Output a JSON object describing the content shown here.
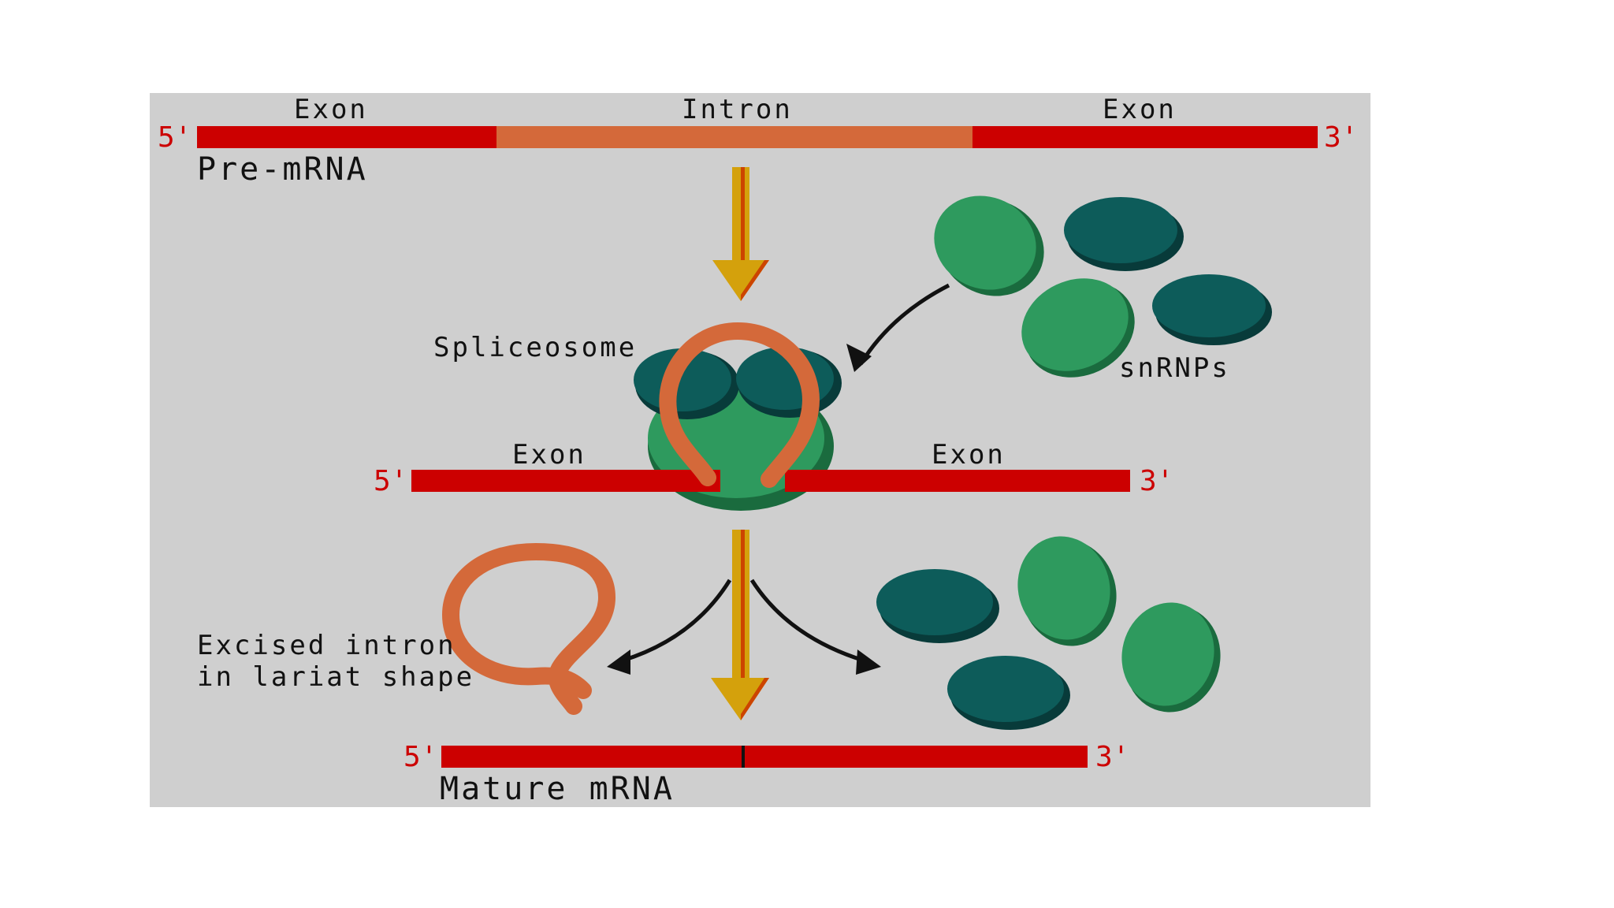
{
  "colors": {
    "panel": "#cfcfcf",
    "exon": "#cc0000",
    "intron": "#d4693a",
    "arrow_gold": "#d4a10c",
    "snrnp_light": "#2e9a5e",
    "snrnp_dark": "#0d5c5a",
    "snrnp_dark_shadow": "#083b3a",
    "snrnp_light_shadow": "#1a6b3e",
    "text": "#111111",
    "prime_text": "#cc0000"
  },
  "pre_mrna": {
    "label": "Pre-mRNA",
    "segments": [
      "Exon",
      "Intron",
      "Exon"
    ],
    "five_prime": "5'",
    "three_prime": "3'"
  },
  "spliceosome": {
    "label": "Spliceosome",
    "left_exon": "Exon",
    "right_exon": "Exon",
    "five_prime": "5'",
    "three_prime": "3'"
  },
  "snrnps": {
    "label": "snRNPs",
    "icon": "snrnp-oval-icon"
  },
  "excised_intron": {
    "line1": "Excised intron",
    "line2": "in lariat shape"
  },
  "mature_mrna": {
    "label": "Mature mRNA",
    "five_prime": "5'",
    "three_prime": "3'"
  }
}
